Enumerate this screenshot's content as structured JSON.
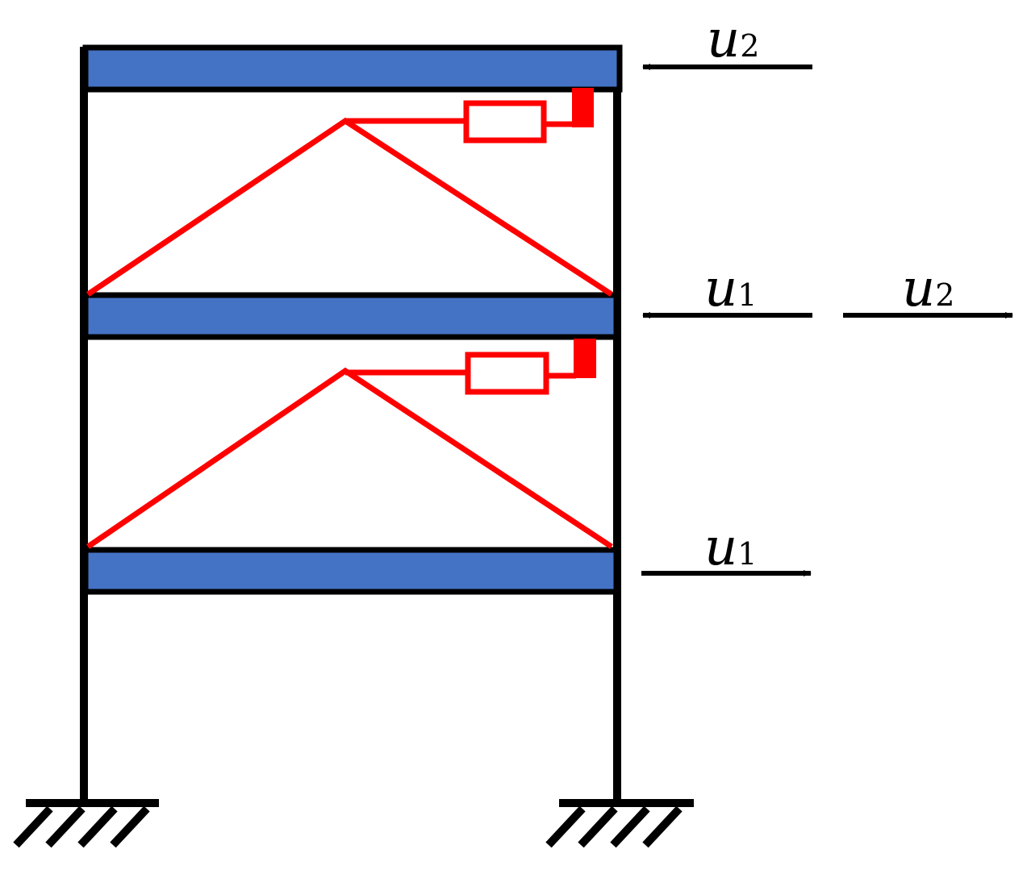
{
  "colors": {
    "frame": "#000000",
    "floor_slab": "#4472c4",
    "brace": "#ff0000",
    "background": "#ffffff"
  },
  "labels": {
    "top_left_arrow": {
      "main": "u",
      "sub": "2"
    },
    "mid_left_arrow": {
      "main": "u",
      "sub": "1"
    },
    "mid_right_arrow": {
      "main": "u",
      "sub": "2"
    },
    "bottom_right_arrow": {
      "main": "u",
      "sub": "1"
    }
  }
}
